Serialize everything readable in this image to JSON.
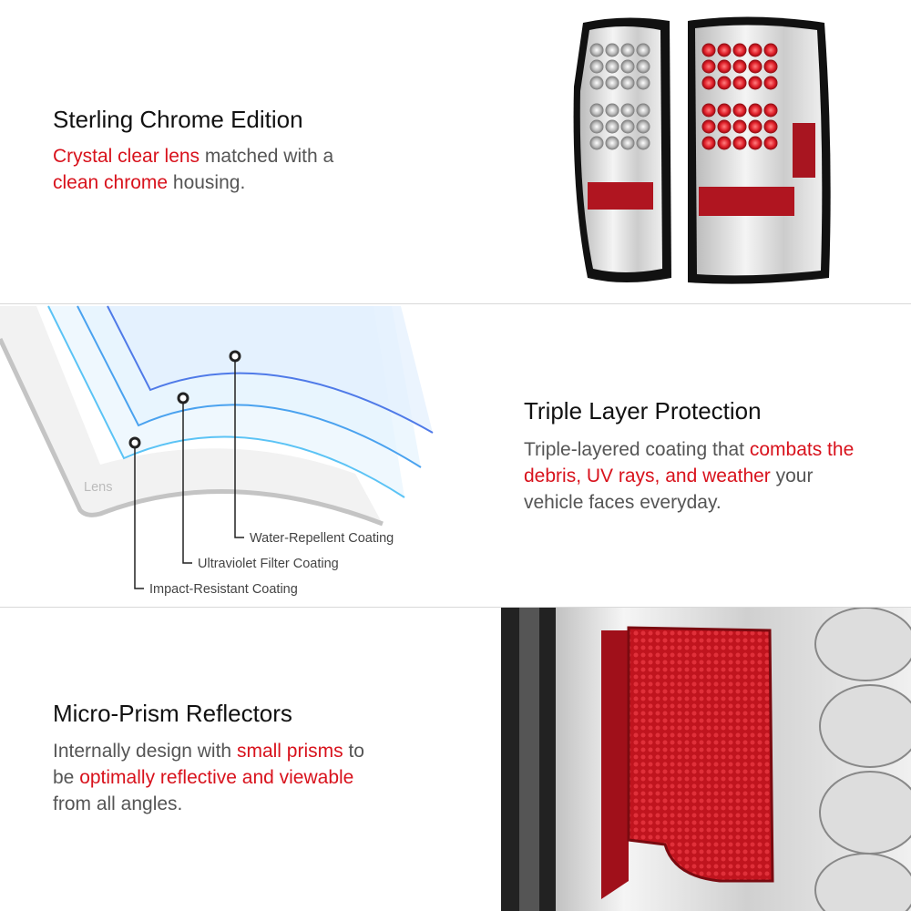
{
  "sections": [
    {
      "title": "Sterling Chrome Edition",
      "body": [
        {
          "text": "Crystal clear lens",
          "highlight": true
        },
        {
          "text": " matched with a ",
          "highlight": false
        },
        {
          "text": "clean chrome",
          "highlight": true
        },
        {
          "text": " housing.",
          "highlight": false
        }
      ]
    },
    {
      "title": "Triple Layer Protection",
      "body": [
        {
          "text": "Triple-layered coating that ",
          "highlight": false
        },
        {
          "text": "combats the debris, UV rays, and weather",
          "highlight": true
        },
        {
          "text": " your vehicle faces everyday.",
          "highlight": false
        }
      ],
      "diagram": {
        "lens_label": "Lens",
        "callouts": [
          "Water-Repellent Coating",
          "Ultraviolet Filter Coating",
          "Impact-Resistant Coating"
        ]
      }
    },
    {
      "title": "Micro-Prism Reflectors",
      "body": [
        {
          "text": "Internally design with ",
          "highlight": false
        },
        {
          "text": "small prisms",
          "highlight": true
        },
        {
          "text": " to be ",
          "highlight": false
        },
        {
          "text": "optimally reflective and viewable",
          "highlight": true
        },
        {
          "text": " from all angles.",
          "highlight": false
        }
      ]
    }
  ],
  "colors": {
    "highlight": "#d8121c",
    "body": "#555555",
    "title": "#111111"
  }
}
